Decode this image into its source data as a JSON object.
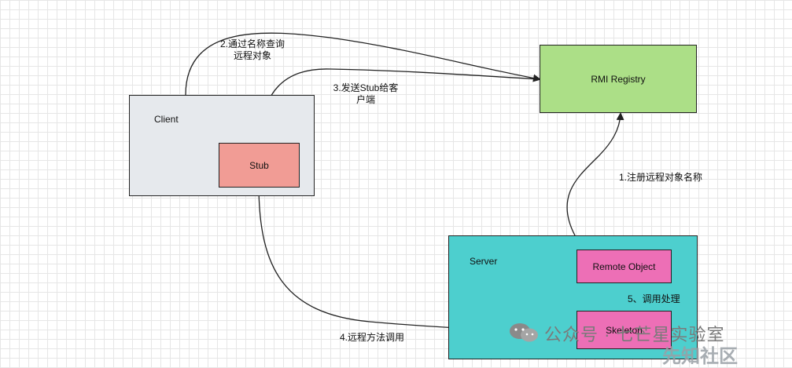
{
  "nodes": {
    "client": {
      "label": "Client"
    },
    "stub": {
      "label": "Stub"
    },
    "registry": {
      "label": "RMI Registry"
    },
    "server": {
      "label": "Server"
    },
    "remote_object": {
      "label": "Remote Object"
    },
    "skeleton": {
      "label": "Skeleton"
    }
  },
  "edges": {
    "query": {
      "line1": "2.通过名称查询",
      "line2": "远程对象"
    },
    "send_stub": {
      "line1": "3.发送Stub给客",
      "line2": "户端"
    },
    "register": {
      "label": "1.注册远程对象名称"
    },
    "remote_call": {
      "label": "4.远程方法调用"
    },
    "invoke": {
      "label": "5、调用处理"
    }
  },
  "watermark": {
    "text": "公众号 · 七芒星实验室",
    "corner": "先知社区"
  },
  "colors": {
    "client_fill": "#e6e9ed",
    "stub_fill": "#f19c95",
    "registry_fill": "#acdf87",
    "server_fill": "#4dcfce",
    "object_fill": "#ed6fb6"
  }
}
